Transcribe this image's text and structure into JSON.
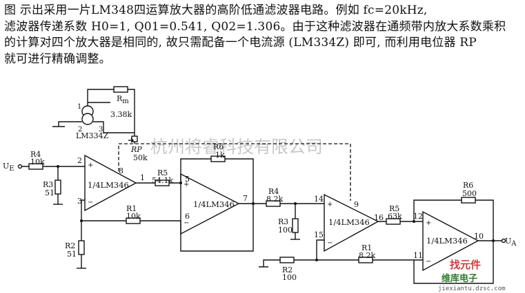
{
  "description": {
    "line1": "图 示出采用一片LM348四运算放大器的高阶低通滤波器电路。例如 fc=20kHz,",
    "line2": "滤波器传递系数 H0=1, Q01=0.541, Q02=1.306。由于这种滤波器在通频带内放大系数乘积",
    "line3": "的计算对四个放大器是相同的, 故只需配备一个电流源 (LM334Z) 即可, 而利用电位器 RP",
    "line4": "就可进行精确调整。"
  },
  "watermark": "杭州将睿科技有限公司",
  "logo": {
    "text_cn": "维库电子",
    "text_top": "找元件",
    "url": "jiexiantu.dzsc.com"
  },
  "circuit": {
    "input": "U",
    "input_sub": "E",
    "output": "U",
    "output_sub": "A",
    "current_source": {
      "name": "LM334Z",
      "pin1": "1",
      "pin2": "2",
      "pin3": "3"
    },
    "rm": {
      "name": "R",
      "sub": "m",
      "value": "3.38k"
    },
    "rp": {
      "name": "RP",
      "value": "50k"
    },
    "opamps": [
      {
        "label": "1/4LM346",
        "in_plus": "2",
        "in_minus": "3",
        "out": "1",
        "bias": "8"
      },
      {
        "label": "1/4LM346",
        "in_plus": "5",
        "in_minus": "6",
        "out": "7"
      },
      {
        "label": "1/4LM346",
        "in_plus": "14",
        "in_minus": "15",
        "out": "16",
        "bias": "9"
      },
      {
        "label": "1/4LM346",
        "in_plus": "12",
        "in_minus": "11",
        "out": "10"
      }
    ],
    "resistors": [
      {
        "name": "R4",
        "value": "10k"
      },
      {
        "name": "R3",
        "value": "51"
      },
      {
        "name": "R2",
        "value": "51"
      },
      {
        "name": "R1",
        "value": "10k"
      },
      {
        "name": "R5",
        "value": "54.1k"
      },
      {
        "name": "R6",
        "value": "1k"
      },
      {
        "name": "R4",
        "value": "8.2k"
      },
      {
        "name": "R3",
        "value": "100"
      },
      {
        "name": "R2",
        "value": "100"
      },
      {
        "name": "R1",
        "value": "8.2k"
      },
      {
        "name": "R5",
        "value": "63k"
      },
      {
        "name": "R6",
        "value": "500"
      }
    ]
  }
}
